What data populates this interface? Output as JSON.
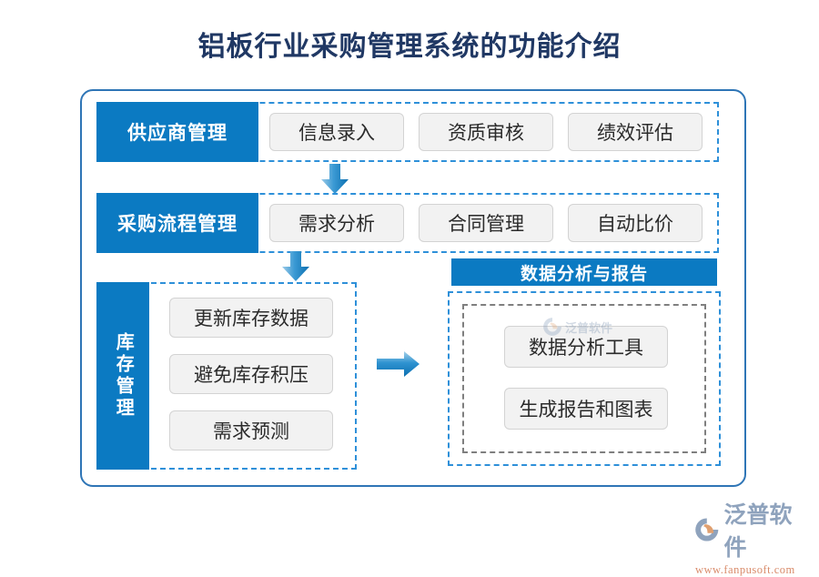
{
  "page": {
    "title": "铝板行业采购管理系统的功能介绍",
    "title_color": "#203864",
    "background": "#ffffff"
  },
  "theme": {
    "accent_blue": "#0b7ac2",
    "frame_blue": "#2e75b6",
    "dash_blue": "#2e90d9",
    "dash_gray": "#7f7f7f",
    "chip_bg": "#f2f2f2",
    "chip_border": "#d3d3d3"
  },
  "diagram": {
    "rows": [
      {
        "label": "供应商管理",
        "items": [
          "信息录入",
          "资质审核",
          "绩效评估"
        ]
      },
      {
        "label": "采购流程管理",
        "items": [
          "需求分析",
          "合同管理",
          "自动比价"
        ]
      },
      {
        "label": "库存管理",
        "items": [
          "更新库存数据",
          "避免库存积压",
          "需求预测"
        ]
      }
    ],
    "analytics": {
      "header": "数据分析与报告",
      "items": [
        "数据分析工具",
        "生成报告和图表"
      ]
    },
    "connectors": [
      {
        "name": "arrow-supplier-to-process",
        "direction": "down"
      },
      {
        "name": "arrow-process-to-inventory",
        "direction": "down"
      },
      {
        "name": "arrow-inventory-to-analytics",
        "direction": "right"
      }
    ]
  },
  "watermark": {
    "text": "泛普软件"
  },
  "brand": {
    "name": "泛普软件",
    "url": "www.fanpusoft.com",
    "name_color": "#8fa3bd",
    "url_color": "#d98b6a"
  }
}
